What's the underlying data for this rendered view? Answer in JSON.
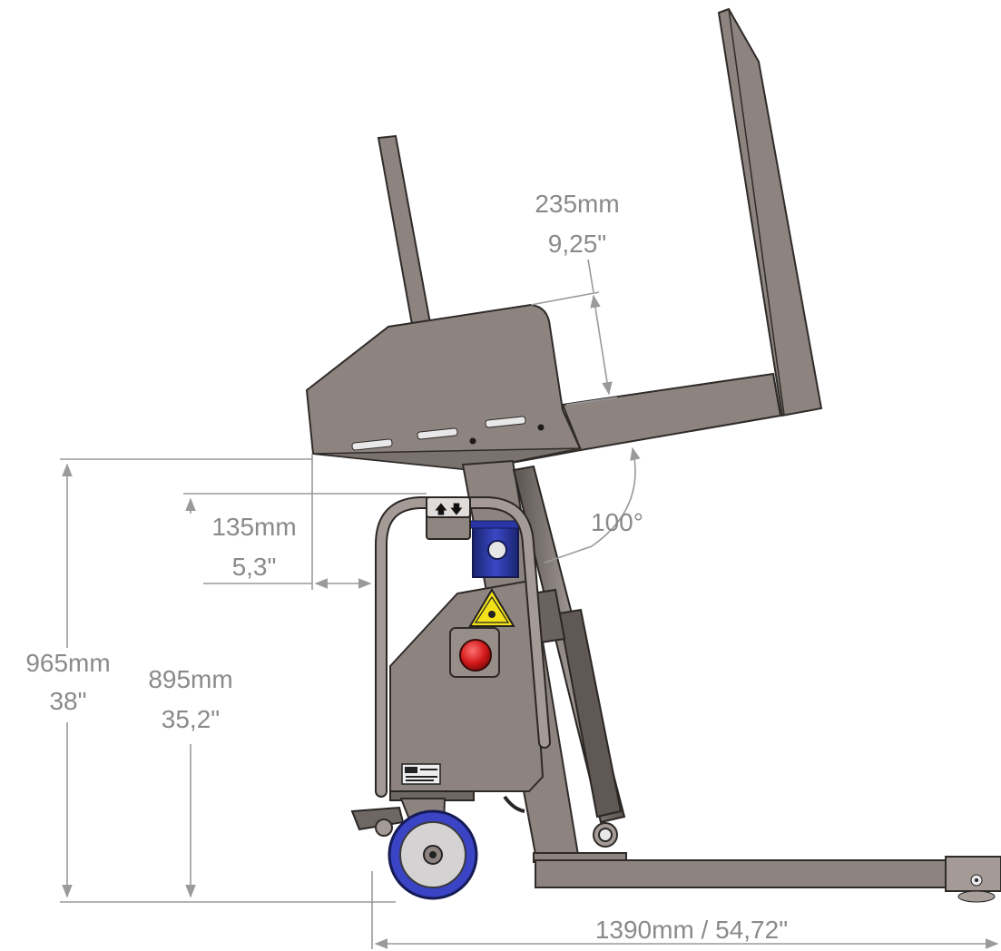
{
  "dimensions": {
    "offset_mm": "235mm",
    "offset_in": "9,25\"",
    "angle": "100°",
    "handle_mm": "135mm",
    "handle_in": "5,3\"",
    "height_outer_mm": "965mm",
    "height_outer_in": "38\"",
    "height_inner_mm": "895mm",
    "height_inner_in": "35,2\"",
    "length": "1390mm / 54,72\""
  },
  "colors": {
    "dimension": "#8a8a8a",
    "frame": "#8d8480",
    "motor": "#2a35a8",
    "wheel": "#3a44c4",
    "warning": "#f3e21a",
    "stop_button": "#d21818"
  }
}
